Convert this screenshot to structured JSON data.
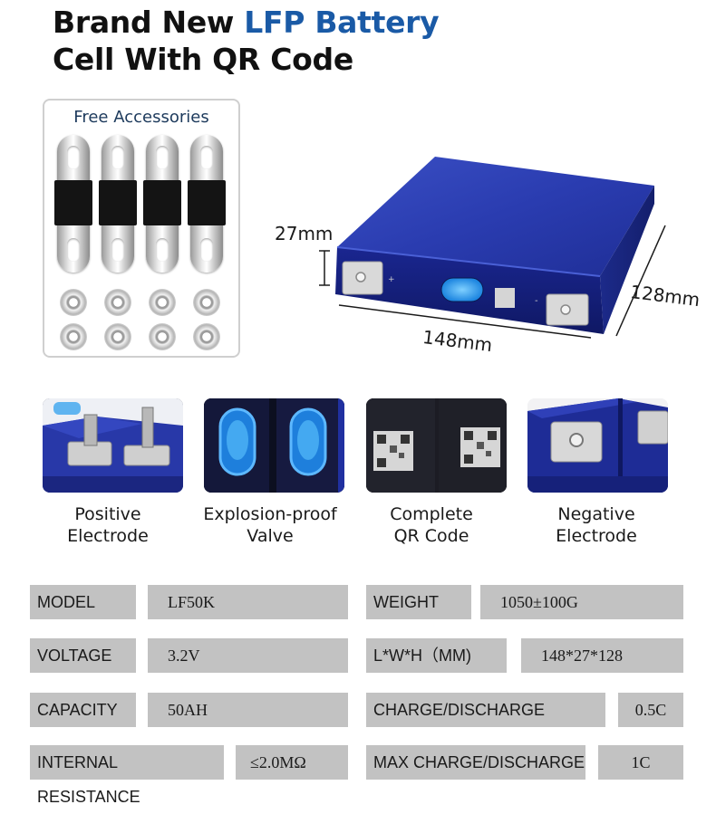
{
  "title": {
    "line1_prefix": "Brand New ",
    "line1_accent": "LFP Battery",
    "line2": "Cell With QR Code"
  },
  "accessories": {
    "label": "Free Accessories"
  },
  "dimensions": {
    "height": "27mm",
    "length": "148mm",
    "width": "128mm"
  },
  "features": [
    {
      "line1": "Positive",
      "line2": "Electrode"
    },
    {
      "line1": "Explosion-proof",
      "line2": "Valve"
    },
    {
      "line1": "Complete",
      "line2": "QR Code"
    },
    {
      "line1": "Negative",
      "line2": "Electrode"
    }
  ],
  "specs": {
    "model_label": "MODEL",
    "model_value": "LF50K",
    "weight_label": "WEIGHT",
    "weight_value": "1050±100G",
    "voltage_label": "VOLTAGE",
    "voltage_value": "3.2V",
    "lwh_label": "L*W*H（MM)",
    "lwh_value": "148*27*128",
    "capacity_label": "CAPACITY",
    "capacity_value": "50AH",
    "charge_label": "CHARGE/DISCHARGE",
    "charge_value": "0.5C",
    "resistance_label": "INTERNAL RESISTANCE",
    "resistance_value": "≤2.0MΩ",
    "maxcharge_label": "MAX CHARGE/DISCHARGE",
    "maxcharge_value": "1C"
  },
  "colors": {
    "accent": "#1a5aa6",
    "battery_blue": "#2436a8",
    "cell_gray": "#c2c2c2"
  }
}
